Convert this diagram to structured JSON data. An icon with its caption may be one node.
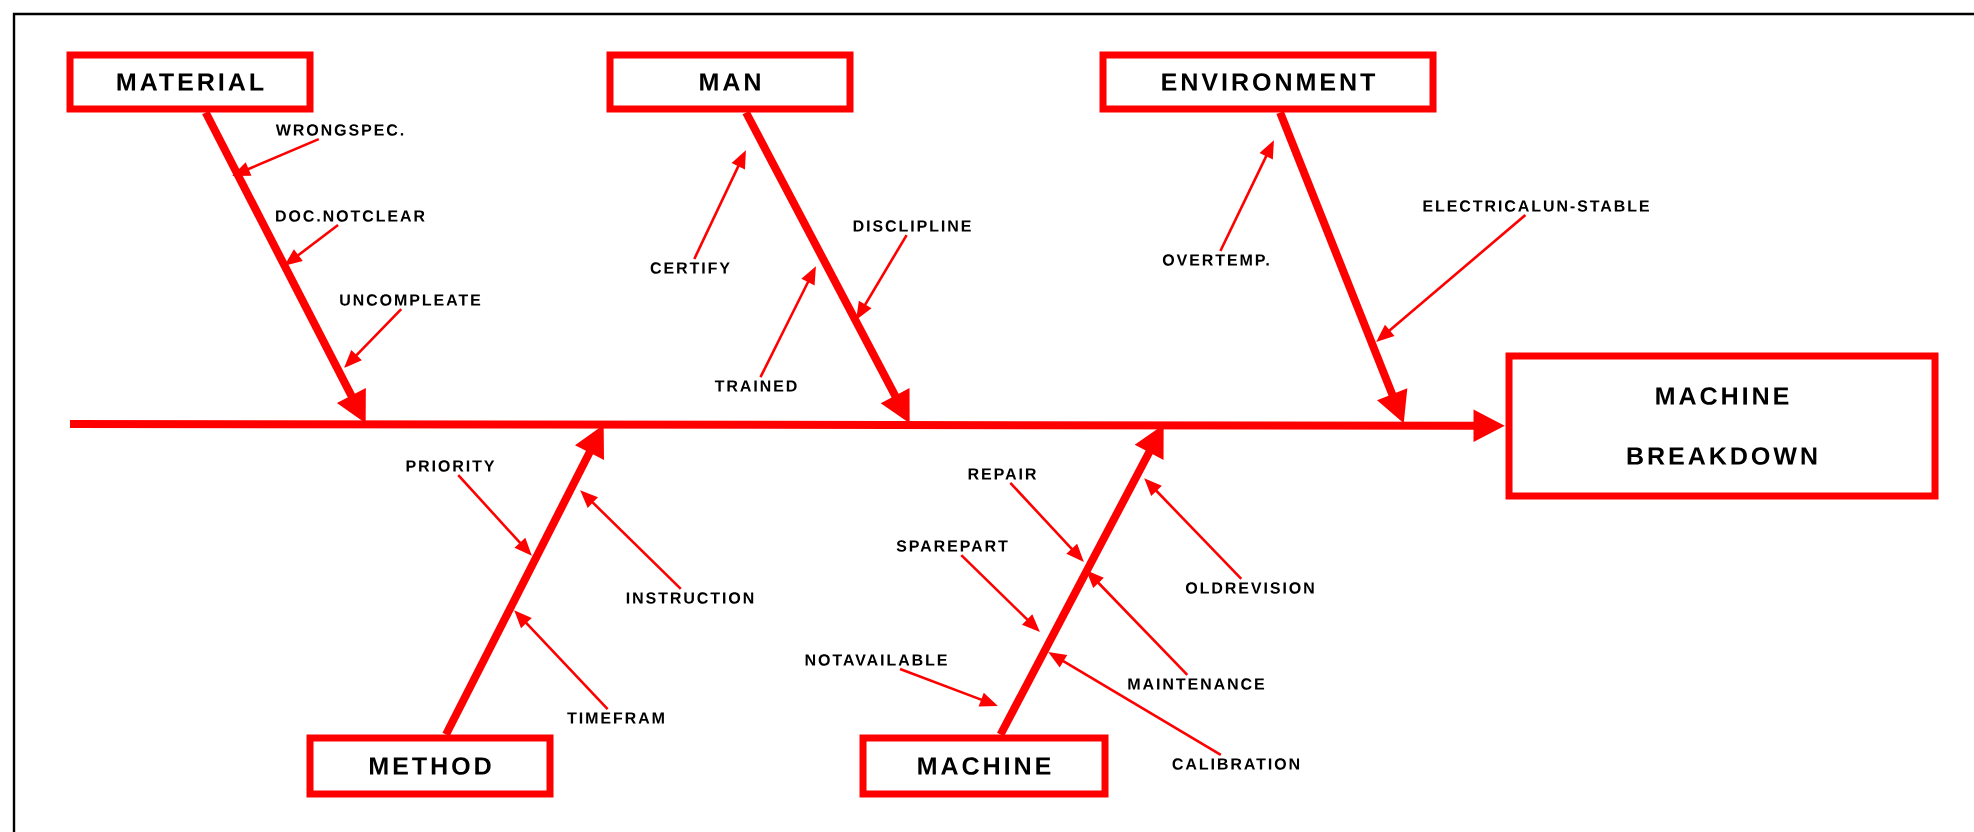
{
  "diagram": {
    "nodes": [
      {
        "text": [
          "MATERIAL"
        ]
      },
      {
        "text": [
          "MAN"
        ]
      },
      {
        "text": [
          "ENVIRONMENT"
        ]
      },
      {
        "text": [
          "MACHINE BREAKDOWN"
        ]
      },
      {
        "text": [
          "METHOD"
        ]
      },
      {
        "text": [
          "MACHINE"
        ]
      },
      {
        "text": [
          "WRONGSPEC."
        ]
      },
      {
        "text": [
          "DOC.NOTCLEAR"
        ]
      },
      {
        "text": [
          "UNCOMPLEATE"
        ]
      },
      {
        "text": [
          "CERTIFY"
        ]
      },
      {
        "text": [
          "DISCLIPLINE"
        ]
      },
      {
        "text": [
          "TRAINED"
        ]
      },
      {
        "text": [
          "OVERTEMP."
        ]
      },
      {
        "text": [
          "ELECTRICALUN-STABLE"
        ]
      },
      {
        "text": [
          "PRIORITY"
        ]
      },
      {
        "text": [
          "INSTRUCTION"
        ]
      },
      {
        "text": [
          "TIMEFRAM"
        ]
      },
      {
        "text": [
          "REPAIR"
        ]
      },
      {
        "text": [
          "SPAREPART"
        ]
      },
      {
        "text": [
          "NOTAVAILABLE"
        ]
      },
      {
        "text": [
          "OLDREVISION"
        ]
      },
      {
        "text": [
          "MAINTENANCE"
        ]
      },
      {
        "text": [
          "CALIBRATION"
        ]
      }
    ],
    "edges": [
      {
        "from": null,
        "to": 3,
        "arrow": "to",
        "style": "thick"
      },
      {
        "from": 0,
        "to": null,
        "arrow": "to",
        "style": "thick"
      },
      {
        "from": 1,
        "to": null,
        "arrow": "to",
        "style": "thick"
      },
      {
        "from": 2,
        "to": null,
        "arrow": "to",
        "style": "thick"
      },
      {
        "from": 4,
        "to": null,
        "arrow": "to",
        "style": "thick"
      },
      {
        "from": 5,
        "to": null,
        "arrow": "to",
        "style": "thick"
      },
      {
        "from": 6,
        "to": null,
        "arrow": "to"
      },
      {
        "from": 7,
        "to": null,
        "arrow": "to"
      },
      {
        "from": 8,
        "to": null,
        "arrow": "to"
      },
      {
        "from": 9,
        "to": null,
        "arrow": "to"
      },
      {
        "from": 10,
        "to": null,
        "arrow": "to"
      },
      {
        "from": 11,
        "to": null,
        "arrow": "to"
      },
      {
        "from": 12,
        "to": null,
        "arrow": "to"
      },
      {
        "from": 13,
        "to": null,
        "arrow": "to"
      },
      {
        "from": 14,
        "to": null,
        "arrow": "to"
      },
      {
        "from": 15,
        "to": null,
        "arrow": "to"
      },
      {
        "from": 16,
        "to": null,
        "arrow": "to"
      },
      {
        "from": 17,
        "to": null,
        "arrow": "to"
      },
      {
        "from": 18,
        "to": null,
        "arrow": "to"
      },
      {
        "from": 19,
        "to": null,
        "arrow": "to"
      },
      {
        "from": 20,
        "to": null,
        "arrow": "to"
      },
      {
        "from": 21,
        "to": null,
        "arrow": "to"
      },
      {
        "from": 22,
        "to": null,
        "arrow": "to"
      }
    ]
  }
}
